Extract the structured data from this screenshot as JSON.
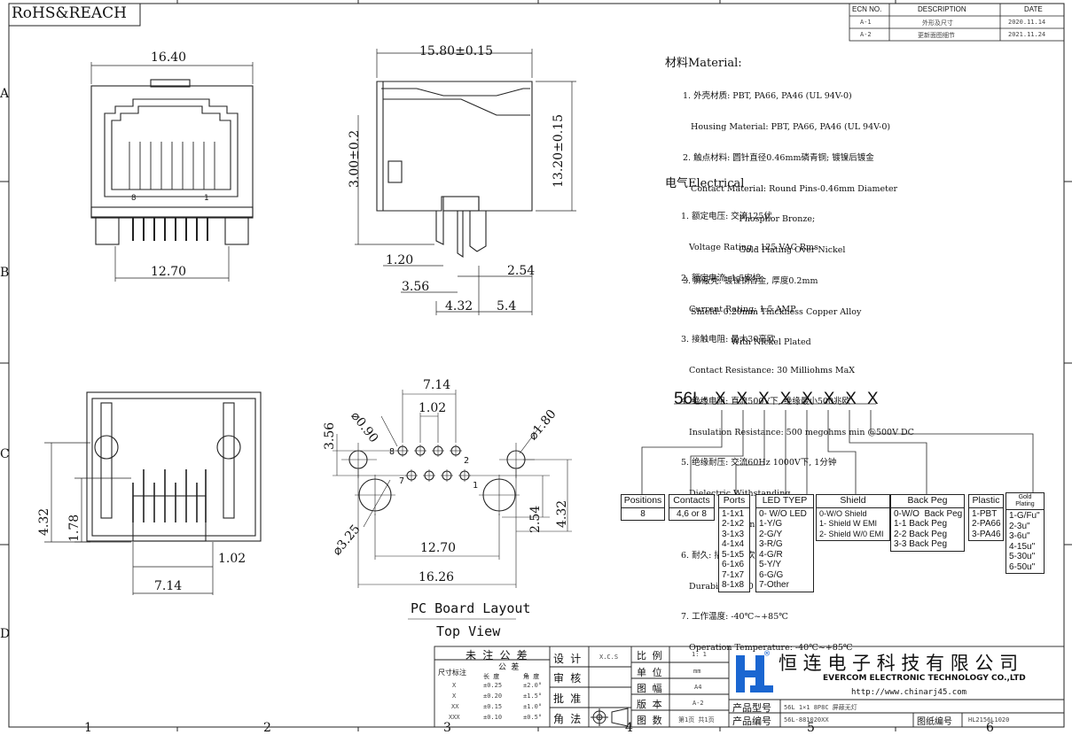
{
  "rohs_label": "RoHS&REACH",
  "revision_table": {
    "headers": [
      "ECN NO.",
      "DESCRIPTION",
      "DATE"
    ],
    "rows": [
      [
        "A-1",
        "外形及尺寸",
        "2020.11.14"
      ],
      [
        "A-2",
        "更新面图细节",
        "2021.11.24"
      ]
    ]
  },
  "frame": {
    "col_numbers": [
      "1",
      "2",
      "3",
      "4",
      "5",
      "6"
    ],
    "row_letters": [
      "A",
      "B",
      "C",
      "D"
    ]
  },
  "front_view": {
    "dim_width": "16.40",
    "dim_pitch": "12.70",
    "pin_marks": [
      "8",
      "1"
    ]
  },
  "side_view": {
    "dim_length": "15.80±0.15",
    "dim_height": "13.20±0.15",
    "dim_3": "3.00±0.2",
    "dim_a": "1.20",
    "dim_b": "3.56",
    "dim_c": "2.54",
    "dim_d": "4.32",
    "dim_e": "5.4"
  },
  "bottom_view": {
    "dim_1": "4.32",
    "dim_2": "1.78",
    "dim_3": "1.02",
    "dim_4": "7.14"
  },
  "pcb_layout": {
    "dim_714": "7.14",
    "dim_102": "1.02",
    "dim_356": "3.56",
    "dim_d090": "⌀0.90",
    "dim_d180": "⌀1.80",
    "dim_d325": "⌀3.25",
    "dim_1270": "12.70",
    "dim_1626": "16.26",
    "dim_254": "2.54",
    "dim_432": "4.32",
    "pin_labels": [
      "8",
      "2",
      "7",
      "1"
    ],
    "title_1": "PC Board Layout",
    "title_2": "Top View"
  },
  "material": {
    "title": "材料Material:",
    "lines": [
      "1. 外壳材质: PBT, PA66, PA46 (UL 94V-0)",
      "   Housing Material: PBT, PA66, PA46 (UL 94V-0)",
      "2. 触点材料: 圆针直径0.46mm磷青铜; 镀镍后镀金",
      "   Contact Material: Round Pins-0.46mm Diameter",
      "                     Phosphor Bronze;",
      "                     Gold Plating Over Nickel",
      "3. 屏蔽壳: 镀镍铜合金, 厚度0.2mm",
      "   Shield: 0.20mm Thickness Copper Alloy",
      "                  With Nickel Plated"
    ]
  },
  "electrical": {
    "title": "电气Electrical",
    "lines": [
      "1. 额定电压: 交流125伏",
      "   Voltage Rating : 125 VAC Rms",
      "2. 额定电流: 1.5安培",
      "   Current Rating: 1.5 AMP",
      "3. 接触电阻: 最大30毫欧",
      "   Contact Resistance: 30 Milliohms MaX",
      "4. 绝缘电阻: 直流500V下, 绝缘最小500兆欧",
      "   Insulation Resistance: 500 megohms min @500V DC",
      "5. 绝缘耐压: 交流60Hz 1000V下, 1分钟",
      "   Dielectric Withstanding",
      "              Resistance: 1000V AC Rms 60Hz. 1Min",
      "6. 耐久: 插拔750次以上",
      "   Durability: 750 Cycles Min",
      "7. 工作温度: -40℃~+85℃",
      "   Operation Temperature: -40℃~+85℃"
    ]
  },
  "part_code": {
    "prefix": "56L-",
    "x": "X X X X X X X X"
  },
  "code_boxes": [
    {
      "header": "Positions",
      "body": "8"
    },
    {
      "header": "Contacts",
      "body": "4,6 or 8"
    },
    {
      "header": "Ports",
      "body": "1-1x1\n2-1x2\n3-1x3\n4-1x4\n5-1x5\n6-1x6\n7-1x7\n8-1x8"
    },
    {
      "header": "LED TYEP",
      "body": "0- W/O LED\n1-Y/G\n2-G/Y\n3-R/G\n4-G/R\n5-Y/Y\n6-G/G\n7-Other"
    },
    {
      "header": "Shield",
      "body": "0-W/O Shield\n1- Shield W EMI\n2- Shield W/0 EMI"
    },
    {
      "header": "Back Peg",
      "body": "0-W/O  Back Peg\n1-1 Back Peg\n2-2 Back Peg\n3-3 Back Peg"
    },
    {
      "header": "Plastic",
      "body": "1-PBT\n2-PA66\n3-PA46"
    },
    {
      "header": "Gold\nPlating",
      "body": "1-G/Fu\"\n2-3u\"\n3-6u\"\n4-15u\"\n5-30u\"\n6-50u\""
    }
  ],
  "title_block": {
    "tol_title": "未 注 公 差",
    "size_label": "尺寸标注",
    "tol_head": "公  差",
    "tol_len": "长 度",
    "tol_ang": "角 度",
    "tol_rows": [
      [
        "X",
        "±0.25",
        "±2.0°"
      ],
      [
        "X",
        "±0.20",
        "±1.5°"
      ],
      [
        "XX",
        "±0.15",
        "±1.0°"
      ],
      [
        "XXX",
        "±0.10",
        "±0.5°"
      ]
    ],
    "design": "设 计",
    "design_val": "X.C.S",
    "review": "审 核",
    "approve": "批 准",
    "projection": "角 法",
    "scale": "比 例",
    "scale_val": "1: 1",
    "unit": "单 位",
    "unit_val": "mm",
    "paper": "图 幅",
    "paper_val": "A4",
    "version": "版 本",
    "version_val": "A-2",
    "sheets": "图 数",
    "sheets_val": "第1页 共1页",
    "company_cn": "恒 连 电 子 科 技 有 限 公 司",
    "company_en": "EVERCOM ELECTRONIC TECHNOLOGY CO.,LTD",
    "url": "http://www.chinarj45.com",
    "model_label": "产品型号",
    "model_val": "56L 1×1 8P8C 屏蔽无灯",
    "code_label": "产品编号",
    "code_val": "56L-881020XX",
    "drawing_label": "图纸编号",
    "drawing_val": "HL2156L1020"
  }
}
